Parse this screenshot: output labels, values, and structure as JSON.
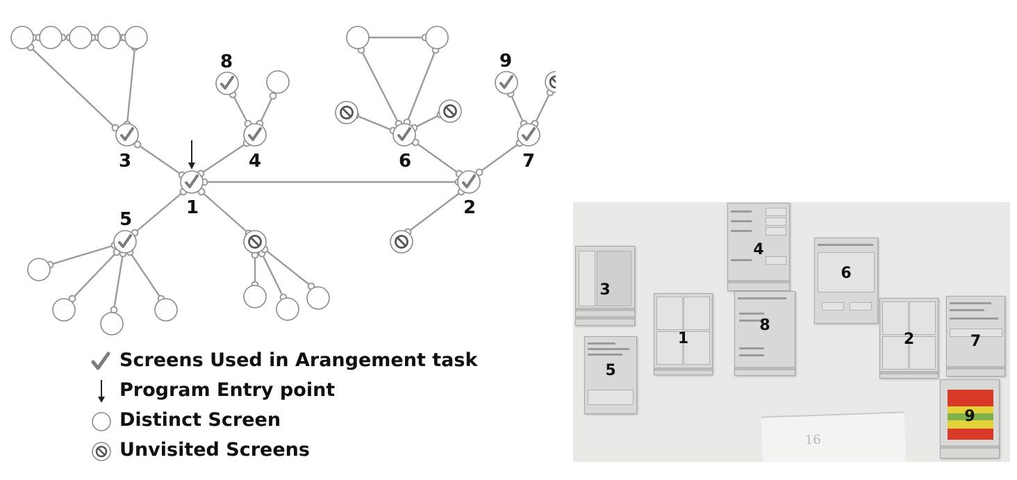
{
  "nodes": {
    "n1": "1",
    "n2": "2",
    "n3": "3",
    "n4": "4",
    "n5": "5",
    "n6": "6",
    "n7": "7",
    "n8": "8",
    "n9": "9"
  },
  "legend": {
    "used": "Screens Used in Arangement task",
    "entry": "Program Entry point",
    "distinct": "Distinct Screen",
    "unvisited": "Unvisited Screens"
  },
  "photo": {
    "cards": [
      "1",
      "2",
      "3",
      "4",
      "5",
      "6",
      "7",
      "8",
      "9"
    ],
    "paper_text": "16"
  },
  "colors": {
    "node_stroke": "#8a8a8a",
    "edge": "#9b9b9b",
    "check": "#7c7c7c",
    "board": "#e9e9e7",
    "screen_card": "#d8d8d6",
    "heat_red": "#d93a27",
    "heat_yellow": "#e4d23a",
    "heat_green": "#7fb24a"
  },
  "icons": [
    "check-icon",
    "arrow-down-icon",
    "circle-icon",
    "no-entry-icon"
  ]
}
